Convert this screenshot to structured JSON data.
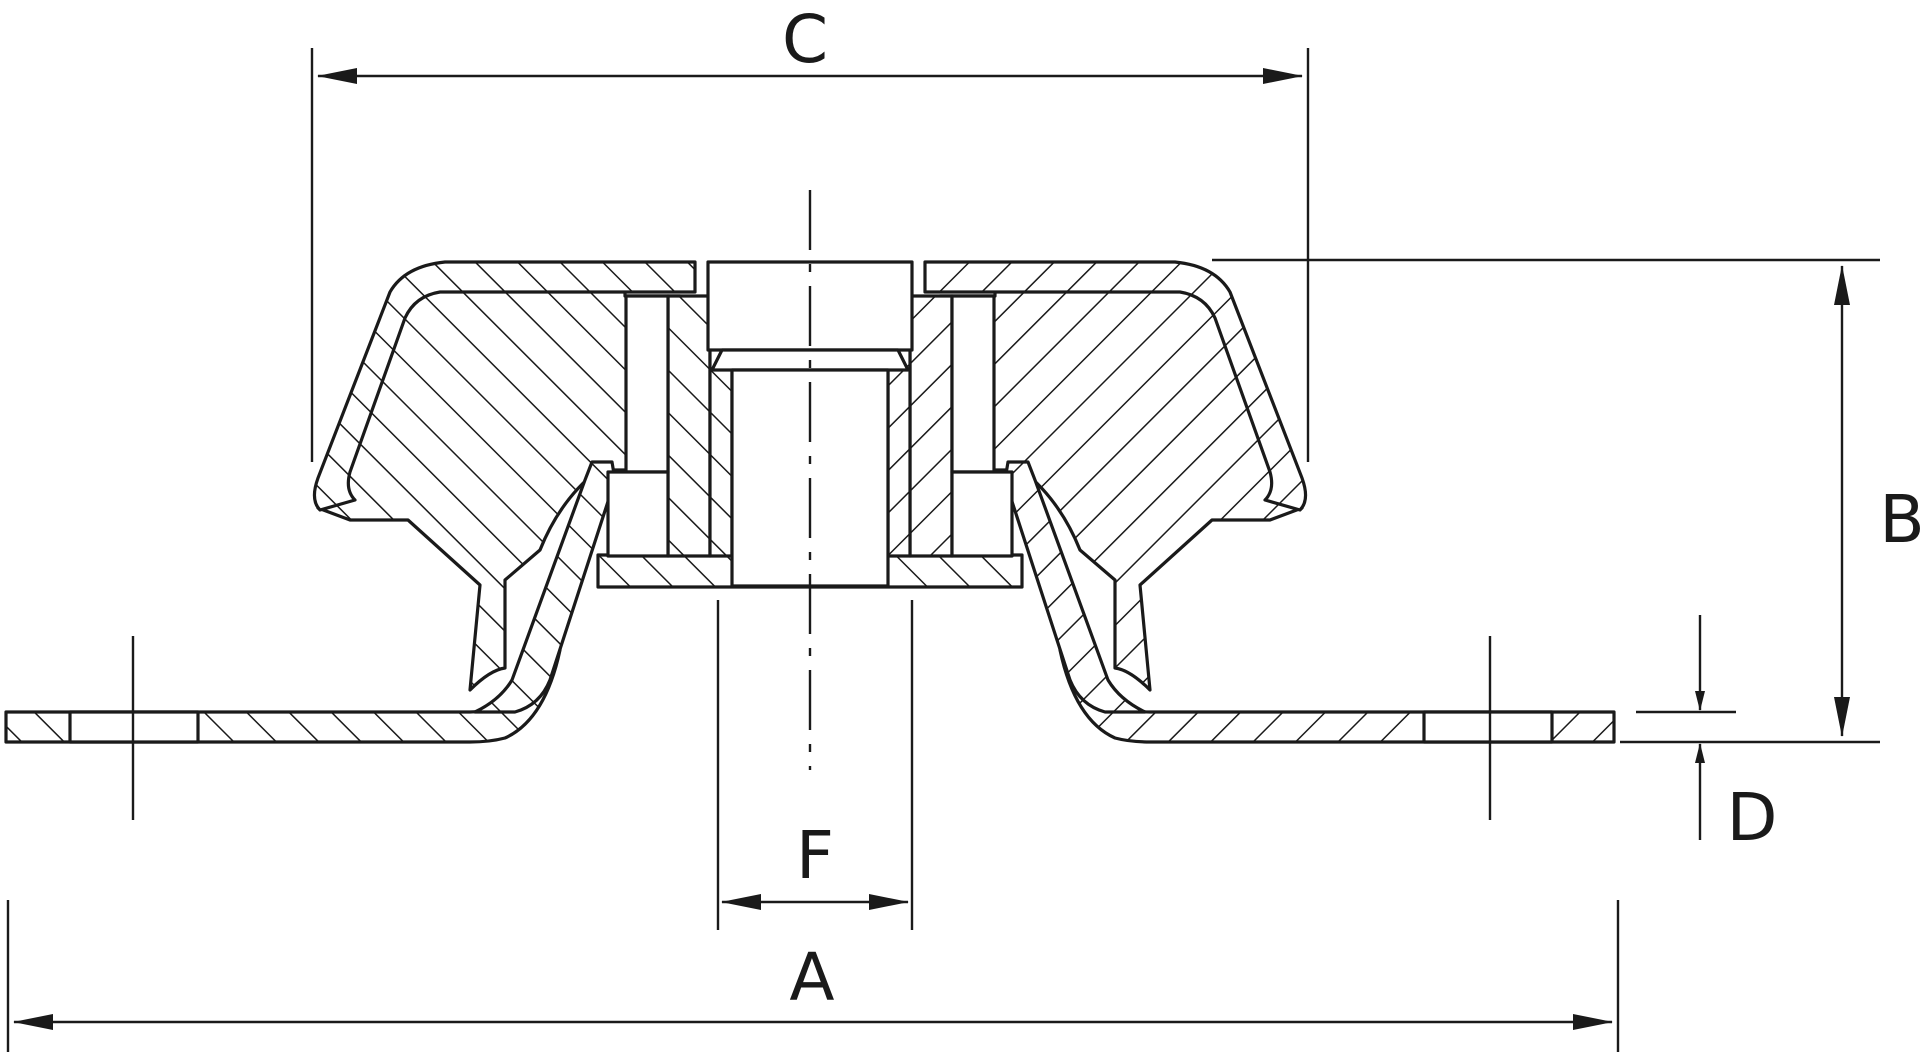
{
  "labels": {
    "a": "A",
    "b": "B",
    "c": "C",
    "d": "D",
    "f": "F"
  },
  "colors": {
    "ink": "#1a1a1a",
    "paper": "#ffffff"
  }
}
